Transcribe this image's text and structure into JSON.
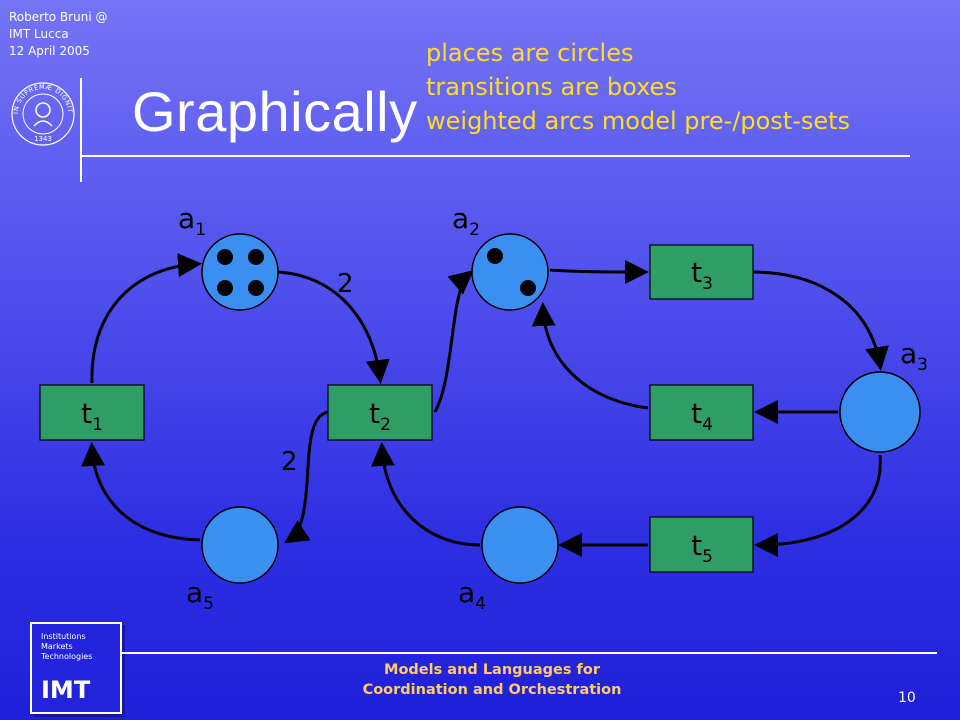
{
  "header": {
    "author_lines": [
      "Roberto Bruni @",
      "IMT Lucca",
      "12 April 2005"
    ],
    "title": "Graphically",
    "notes": [
      "places are circles",
      "transitions are boxes",
      "weighted arcs model pre-/post-sets"
    ]
  },
  "seal": {
    "text": "IN SUPREMÆ DIGNITATIS",
    "year": "1343"
  },
  "diagram": {
    "places": [
      {
        "id": "a1",
        "base": "a",
        "sub": "1",
        "tokens": 4
      },
      {
        "id": "a2",
        "base": "a",
        "sub": "2",
        "tokens": 2
      },
      {
        "id": "a3",
        "base": "a",
        "sub": "3",
        "tokens": 0
      },
      {
        "id": "a4",
        "base": "a",
        "sub": "4",
        "tokens": 0
      },
      {
        "id": "a5",
        "base": "a",
        "sub": "5",
        "tokens": 0
      }
    ],
    "transitions": [
      {
        "id": "t1",
        "base": "t",
        "sub": "1"
      },
      {
        "id": "t2",
        "base": "t",
        "sub": "2"
      },
      {
        "id": "t3",
        "base": "t",
        "sub": "3"
      },
      {
        "id": "t4",
        "base": "t",
        "sub": "4"
      },
      {
        "id": "t5",
        "base": "t",
        "sub": "5"
      }
    ],
    "arc_weights": [
      "2",
      "2"
    ],
    "colors": {
      "place": "#3a8ff0",
      "transition": "#2f9e66",
      "arc": "#000000",
      "token": "#000000"
    }
  },
  "footer": {
    "course_line1": "Models and Languages for",
    "course_line2": "Coordination and Orchestration",
    "page_number": "10"
  },
  "logo": {
    "words": [
      "Institutions",
      "Markets",
      "Technologies"
    ],
    "mark": "IMT"
  }
}
